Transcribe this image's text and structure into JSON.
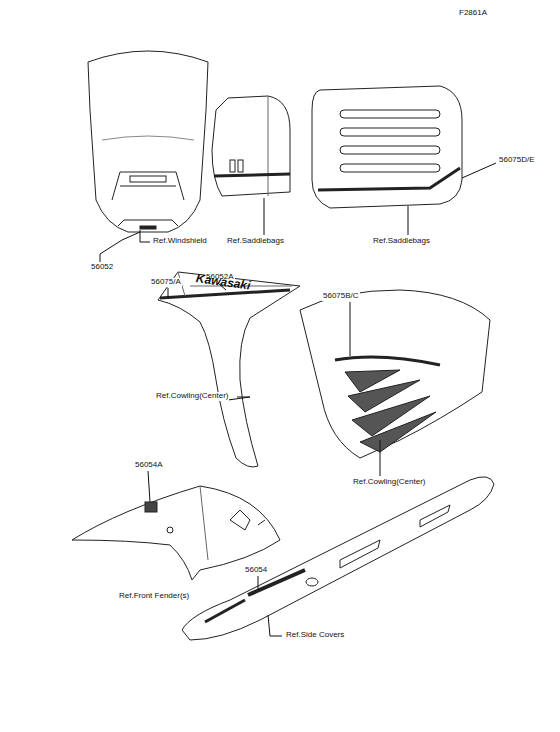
{
  "diagram": {
    "labels": [
      "F2861A",
      "Ref.Windshield",
      "56052",
      "Ref.Saddlebags",
      "Ref.Saddlebags",
      "56075D/E",
      "56075/A",
      "56052A",
      "Kawasaki",
      "56075B/C",
      "Ref.Cowling(Center)",
      "Ref.Cowling(Center)",
      "56054A",
      "Ref.Front Fender(s)",
      "56054",
      "Ref.Side Covers"
    ]
  }
}
